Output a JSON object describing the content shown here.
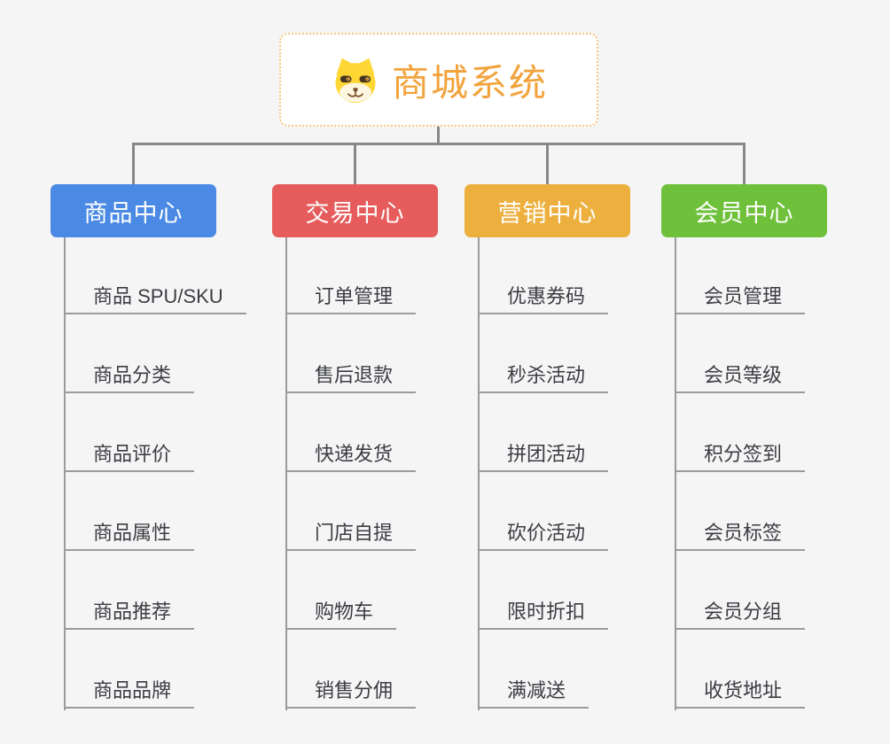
{
  "canvas": {
    "background": "#f5f5f6",
    "connector_color": "#87888a",
    "underline_color": "#9b9b9b"
  },
  "root": {
    "title": "商城系统",
    "icon": "dog-face-icon",
    "title_color": "#f2a33c",
    "border_color": "#f3c87d",
    "background": "#ffffff"
  },
  "branches": [
    {
      "label": "商品中心",
      "color": "#4a8ae4",
      "children": [
        "商品 SPU/SKU",
        "商品分类",
        "商品评价",
        "商品属性",
        "商品推荐",
        "商品品牌"
      ]
    },
    {
      "label": "交易中心",
      "color": "#e65c5c",
      "children": [
        "订单管理",
        "售后退款",
        "快递发货",
        "门店自提",
        "购物车",
        "销售分佣"
      ]
    },
    {
      "label": "营销中心",
      "color": "#edb03f",
      "children": [
        "优惠券码",
        "秒杀活动",
        "拼团活动",
        "砍价活动",
        "限时折扣",
        "满减送"
      ]
    },
    {
      "label": "会员中心",
      "color": "#6fc13c",
      "children": [
        "会员管理",
        "会员等级",
        "积分签到",
        "会员标签",
        "会员分组",
        "收货地址"
      ]
    }
  ]
}
